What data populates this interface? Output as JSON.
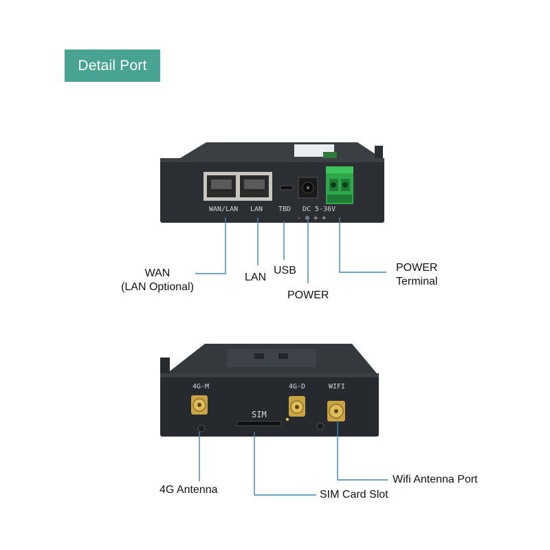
{
  "header": {
    "title": "Detail Port"
  },
  "colors": {
    "title_badge": "#49a393",
    "callout_line": "#3c86b0",
    "device_body": "#2a2e32",
    "terminal_green": "#2ea84a"
  },
  "front_panel": {
    "port_markings": {
      "wan_lan": "WAN/LAN",
      "lan": "LAN",
      "usb": "TBD",
      "power": "DC 5-36V",
      "polarity": "- ⊖ + +"
    },
    "callouts": {
      "wan_line1": "WAN",
      "wan_line2": "(LAN Optional)",
      "lan": "LAN",
      "usb": "USB",
      "power": "POWER",
      "terminal_line1": "POWER",
      "terminal_line2": "Terminal"
    }
  },
  "back_panel": {
    "port_markings": {
      "antenna_4g_m": "4G-M",
      "antenna_4g_d": "4G-D",
      "wifi": "WIFI",
      "sim": "SIM"
    },
    "callouts": {
      "antenna_4g": "4G Antenna",
      "sim_slot": "SIM Card Slot",
      "wifi_port": "Wifi Antenna Port"
    }
  },
  "icons": [
    "rj45-port-icon",
    "usb-port-icon",
    "dc-jack-icon",
    "terminal-block-icon",
    "sma-connector-icon",
    "sim-slot-icon"
  ]
}
